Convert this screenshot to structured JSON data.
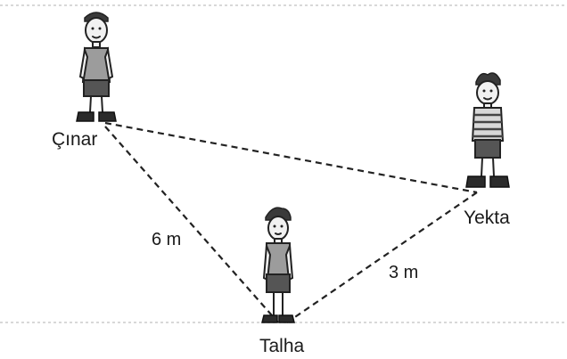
{
  "people": {
    "cinar": {
      "name": "Çınar"
    },
    "yekta": {
      "name": "Yekta"
    },
    "talha": {
      "name": "Talha"
    }
  },
  "distances": {
    "cinar_talha": "6 m",
    "yekta_talha": "3 m"
  }
}
